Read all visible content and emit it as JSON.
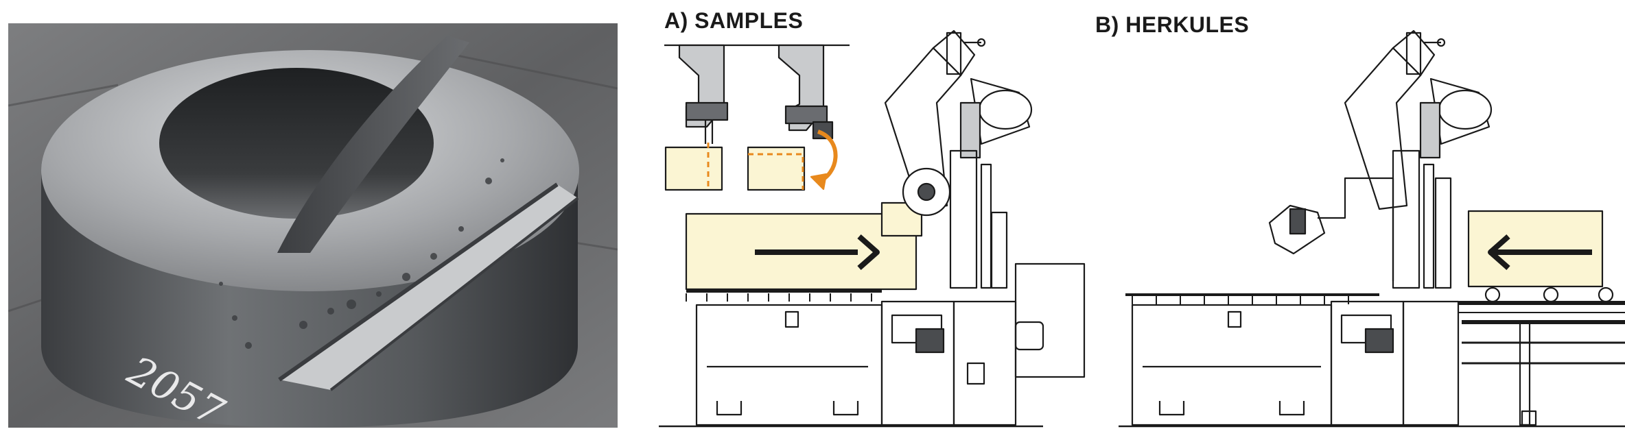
{
  "panels": {
    "a": {
      "title": "A) SAMPLES"
    },
    "b": {
      "title": "B) HERKULES"
    }
  },
  "photo": {
    "engraving": "2057"
  },
  "colors": {
    "material_fill": "#fbf5d3",
    "cut_marker": "#e8891d",
    "line": "#1a1a1a",
    "metal_dark": "#4a4c4f",
    "metal_mid": "#8e9093",
    "metal_light": "#c9cbcd",
    "floor": "#6e6f70"
  }
}
